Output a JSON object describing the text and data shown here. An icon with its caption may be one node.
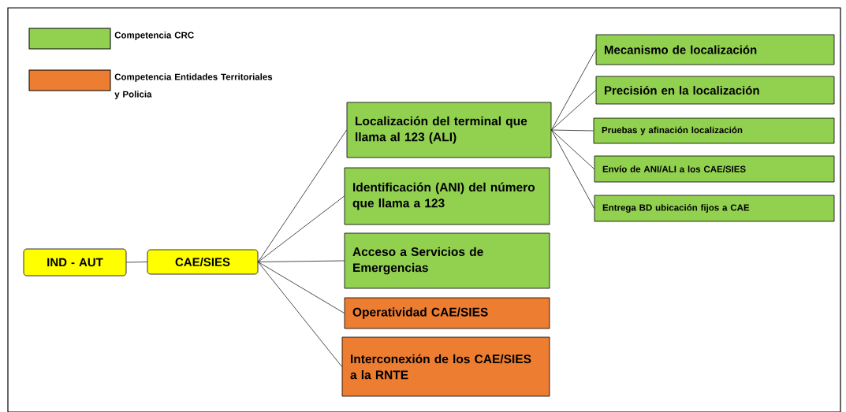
{
  "diagram": {
    "nodes": [
      {
        "text": [
          "IND - AUT"
        ]
      },
      {
        "text": [
          "CAE/SIES"
        ]
      },
      {
        "text": [
          "Localización del terminal que llama al 123 (ALI)"
        ]
      },
      {
        "text": [
          "Identificación (ANI) del número que llama a 123"
        ]
      },
      {
        "text": [
          "Acceso a Servicios de Emergencias"
        ]
      },
      {
        "text": [
          "Operatividad CAE/SIES"
        ]
      },
      {
        "text": [
          "Interconexión de los CAE/SIES a la RNTE"
        ]
      },
      {
        "text": [
          "Mecanismo de localización"
        ]
      },
      {
        "text": [
          "Precisión  en la localización"
        ]
      },
      {
        "text": [
          "Pruebas y afinación localización"
        ]
      },
      {
        "text": [
          "Envío de ANI/ALI a los CAE/SIES"
        ]
      },
      {
        "text": [
          "Entrega BD ubicación fijos a CAE"
        ]
      }
    ],
    "edges": [
      {
        "from": 0,
        "to": 1,
        "arrow": "none"
      },
      {
        "from": 1,
        "to": 2,
        "arrow": "none"
      },
      {
        "from": 1,
        "to": 3,
        "arrow": "none"
      },
      {
        "from": 1,
        "to": 4,
        "arrow": "none"
      },
      {
        "from": 1,
        "to": 5,
        "arrow": "none"
      },
      {
        "from": 1,
        "to": 6,
        "arrow": "none"
      },
      {
        "from": 2,
        "to": 7,
        "arrow": "none"
      },
      {
        "from": 2,
        "to": 8,
        "arrow": "none"
      },
      {
        "from": 2,
        "to": 9,
        "arrow": "none"
      },
      {
        "from": 2,
        "to": 10,
        "arrow": "none"
      },
      {
        "from": 2,
        "to": 11,
        "arrow": "none"
      }
    ],
    "legend": [
      {
        "text": "Competencia CRC",
        "color": "#92d050"
      },
      {
        "text": "Competencia Entidades Territoriales y Policia",
        "color": "#ed7d31"
      }
    ]
  }
}
